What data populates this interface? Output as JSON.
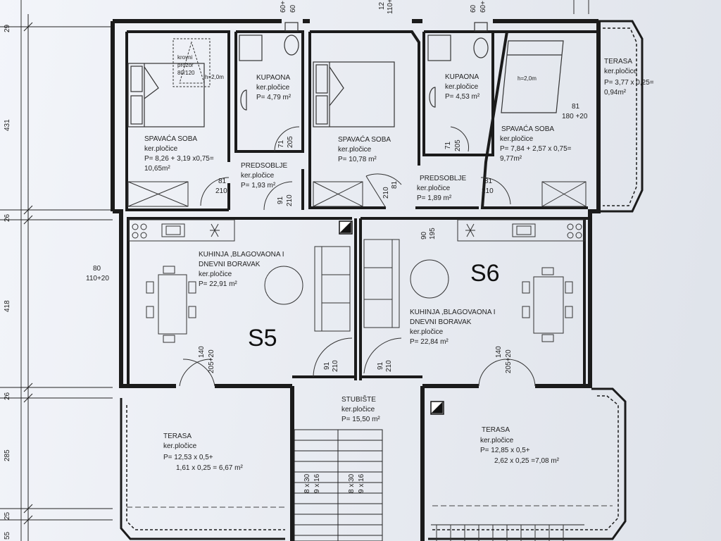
{
  "rooms": {
    "s5_bedroom": {
      "name": "SPAVAĆA SOBA",
      "floor": "ker.pločice",
      "area_l1": "P= 8,26 + 3,19 x0,75=",
      "area_l2": "10,65m²"
    },
    "skylight": {
      "l1": "krovni",
      "l2": "prozor",
      "l3": "80/120"
    },
    "s5_bath": {
      "name": "KUPAONA",
      "floor": "ker.pločice",
      "area": "P= 4,79 m²"
    },
    "s5_hall": {
      "name": "PREDSOBLJE",
      "floor": "ker.pločice",
      "area": "P= 1,93 m²"
    },
    "s6_bedroom_mid": {
      "name": "SPAVAĆA SOBA",
      "floor": "ker.pločice",
      "area": "P= 10,78 m²"
    },
    "s6_bath": {
      "name": "KUPAONA",
      "floor": "ker.pločice",
      "area": "P= 4,53 m²"
    },
    "s6_hall": {
      "name": "PREDSOBLJE",
      "floor": "ker.pločice",
      "area": "P= 1,89 m²"
    },
    "s6_bedroom": {
      "name": "SPAVAĆA SOBA",
      "floor": "ker.pločice",
      "area_l1": "P= 7,84 + 2,57 x 0,75=",
      "area_l2": "9,77m²"
    },
    "terrace_ne": {
      "name": "TERASA",
      "floor": "ker.pločice",
      "area_l1": "P= 3,77 x 0,25=",
      "area_l2": "0,94m²"
    },
    "s5_living": {
      "name_l1": "KUHINJA ,BLAGOVAONA I",
      "name_l2": "DNEVNI BORAVAK",
      "floor": "ker.pločice",
      "area": "P= 22,91 m²"
    },
    "s6_living": {
      "name_l1": "KUHINJA ,BLAGOVAONA I",
      "name_l2": "DNEVNI BORAVAK",
      "floor": "ker.pločice",
      "area": "P= 22,84 m²"
    },
    "stairwell": {
      "name": "STUBIŠTE",
      "floor": "ker.pločice",
      "area": "P= 15,50 m²"
    },
    "terrace_sw": {
      "name": "TERASA",
      "floor": "ker.pločice",
      "area_l1": "P= 12,53 x 0,5+",
      "area_l2": "1,61 x 0,25 = 6,67 m²"
    },
    "terrace_se": {
      "name": "TERASA",
      "floor": "ker.pločice",
      "area_l1": "P= 12,85 x 0,5+",
      "area_l2": "2,62 x 0,25 =7,08 m²"
    }
  },
  "units": {
    "s5": "S5",
    "s6": "S6"
  },
  "headroom": {
    "left": "h=2,0m",
    "right": "h=2,0m"
  },
  "openings": {
    "top_left": "60+",
    "top_left_b": "60",
    "top_mid": "12",
    "top_mid_b": "110+",
    "top_right": "60",
    "top_right_b": "60+",
    "bath5_door": "71",
    "bath5_door_h": "205",
    "hall5_door": "81",
    "hall5_door_h": "210",
    "hall5_door2": "91",
    "hall5_door2_h": "210",
    "bed6_door": "81",
    "bed6_door_h": "210",
    "bath6_door": "71",
    "bath6_door_h": "205",
    "hall6_door": "81",
    "hall6_door_h": "210",
    "hall6_passage": "90",
    "hall6_passage_h": "195",
    "ne_window": "81",
    "ne_window_h": "180 +20",
    "w_window": "80",
    "w_window_h": "110+20",
    "liv5_door": "140",
    "liv5_door_h": "205+20",
    "liv5_entry": "91",
    "liv5_entry_h": "210",
    "liv6_entry": "91",
    "liv6_entry_h": "210",
    "liv6_door": "140",
    "liv6_door_h": "205+20"
  },
  "stairs": {
    "a": "8 x 30",
    "b": "9 x 16",
    "c": "8 x 30",
    "d": "9 x 16"
  },
  "dimensions": {
    "d1": "29",
    "d2": "431",
    "d3": "26",
    "d4": "418",
    "d5": "26",
    "d6": "285",
    "d7": "25",
    "d8": "55"
  }
}
